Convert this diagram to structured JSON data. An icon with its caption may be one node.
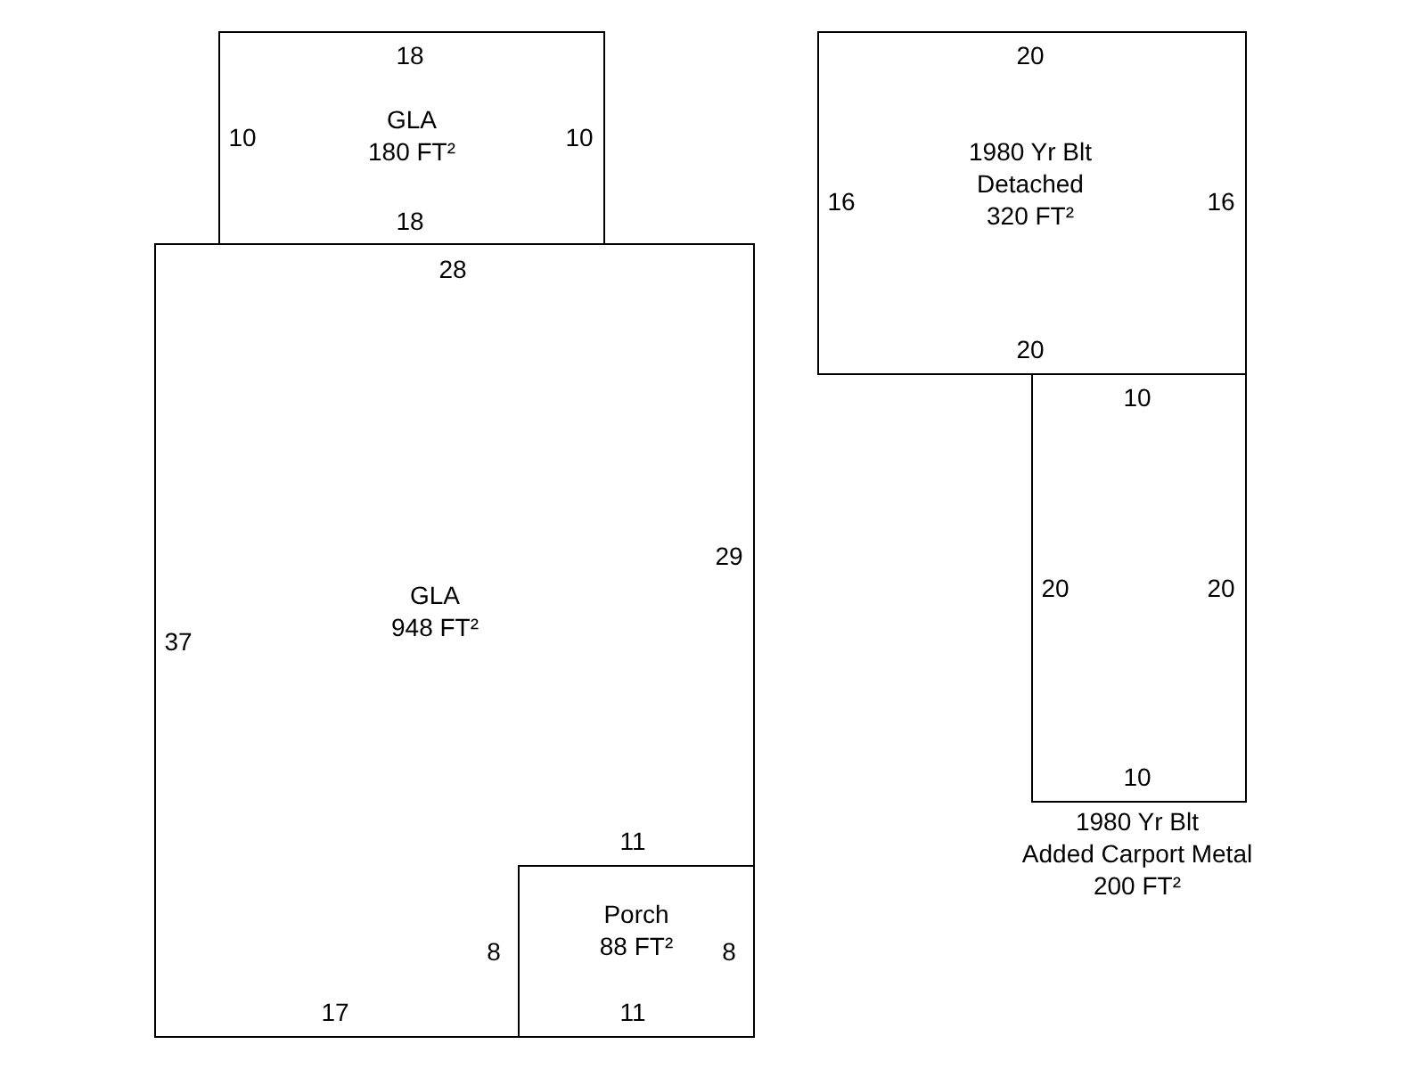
{
  "diagram": {
    "nodes": [
      {
        "text": [
          "GLA",
          "180 FT²"
        ]
      },
      {
        "text": [
          "GLA",
          "948 FT²"
        ]
      },
      {
        "text": [
          "Porch",
          "88 FT²"
        ]
      },
      {
        "text": [
          "1980 Yr Blt",
          "Detached",
          "320 FT²"
        ]
      },
      {
        "text": [
          "1980 Yr Blt",
          "Added Carport Metal",
          "200 FT²"
        ]
      }
    ],
    "edges": [],
    "labels": [
      "18",
      "20",
      "10",
      "10",
      "16",
      "16",
      "18",
      "28",
      "20",
      "10",
      "29",
      "20",
      "20",
      "37",
      "10",
      "11",
      "8",
      "8",
      "17",
      "11"
    ]
  }
}
